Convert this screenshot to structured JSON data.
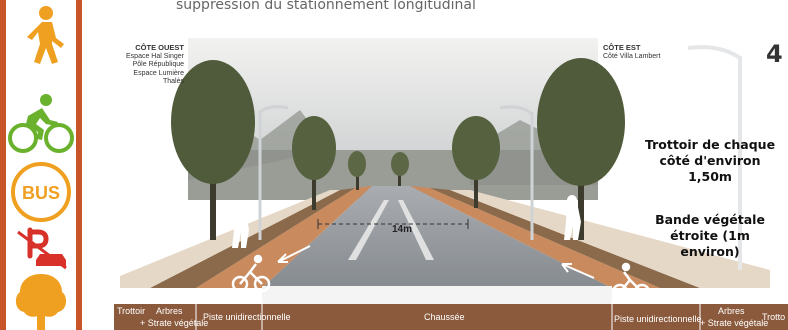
{
  "subtitle": "suppression du stationnement longitudinal",
  "page_number": "4",
  "icons": [
    "pedestrian-icon",
    "cyclist-icon",
    "bus-icon",
    "no-parking-icon",
    "tree-icon"
  ],
  "bus_icon_text": "BUS",
  "west_side": {
    "heading": "CÔTE OUEST",
    "places": [
      "Espace Hal Singer",
      "Pôle République",
      "Espace Lumière",
      "Thalès"
    ]
  },
  "east_side": {
    "heading": "CÔTE EST",
    "places": [
      "Côté Villa Lambert"
    ]
  },
  "notes": {
    "sidewalk": "Trottoir de chaque côté d'environ 1,50m",
    "strip": "Bande végétale étroite (1m environ)"
  },
  "road_width": "14m",
  "bottom_labels": {
    "trottoir_left": "Trottoir",
    "arbres_left": "Arbres",
    "strate_left": "+ Strate végétale",
    "piste_left": "Piste unidirectionnelle",
    "chaussee": "Chaussée",
    "piste_right": "Piste unidirectionnelle",
    "arbres_right": "Arbres",
    "strate_right": "+ Strate végétale",
    "trottoir_right": "Trotto"
  },
  "colors": {
    "accent_orange": "#f0a020",
    "accent_green": "#6ab22e",
    "rail_red": "#c8552a",
    "bike_lane": "#c98a5e",
    "asphalt": "#8a8f95",
    "footer_brown": "#8b5a3c"
  }
}
